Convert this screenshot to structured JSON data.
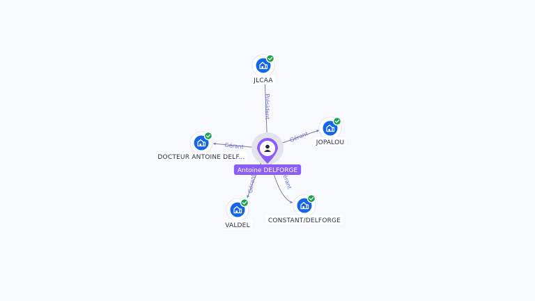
{
  "center": {
    "name": "Antoine DELFORGE",
    "icon": "person-icon"
  },
  "companies": [
    {
      "id": "jlcaa",
      "name": "JLCAA",
      "icon": "building-icon",
      "verified": true
    },
    {
      "id": "jopalou",
      "name": "JOPALOU",
      "icon": "building-icon",
      "verified": true
    },
    {
      "id": "docteur",
      "name": "DOCTEUR ANTOINE DELF...",
      "icon": "building-icon",
      "verified": true
    },
    {
      "id": "valdel",
      "name": "VALDEL",
      "icon": "building-icon",
      "verified": true
    },
    {
      "id": "constant",
      "name": "CONSTANT/DELFORGE",
      "icon": "building-icon",
      "verified": true
    }
  ],
  "relations": [
    {
      "to": "jlcaa",
      "label": "Président"
    },
    {
      "to": "jopalou",
      "label": "Gérant"
    },
    {
      "to": "docteur",
      "label": "Gérant"
    },
    {
      "to": "valdel",
      "label": "Gérant"
    },
    {
      "to": "constant",
      "label": "Gérant"
    }
  ],
  "colors": {
    "company_node": "#1565e8",
    "person_node": "#8b5cf6",
    "verified_badge": "#17a34a",
    "relation_label": "#6f74d8"
  }
}
